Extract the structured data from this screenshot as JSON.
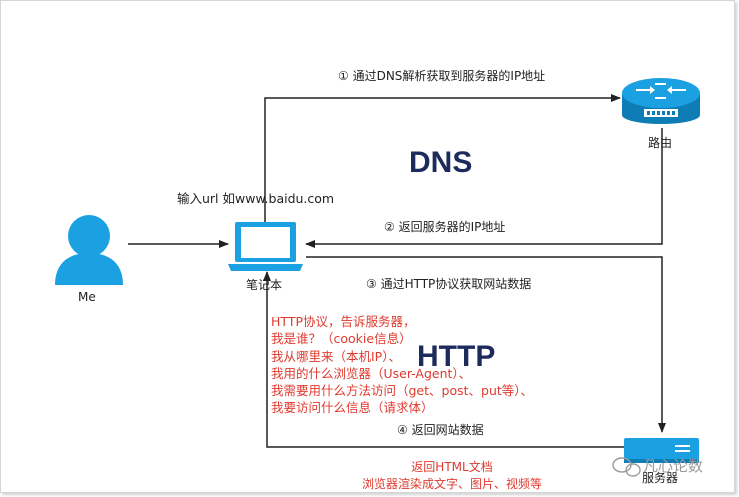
{
  "nodes": {
    "me": "Me",
    "laptop": "笔记本",
    "router": "路由",
    "server": "服务器"
  },
  "steps": {
    "s1": "① 通过DNS解析获取到服务器的IP地址",
    "s2": "② 返回服务器的IP地址",
    "s3": "③ 通过HTTP协议获取网站数据",
    "s4": "④ 返回网站数据"
  },
  "input_label": "输入url 如www.baidu.com",
  "sections": {
    "dns": "DNS",
    "http": "HTTP"
  },
  "http_request_lines": [
    "HTTP协议，告诉服务器，",
    "我是谁？（cookie信息）",
    "我从哪里来（本机IP）、",
    "我用的什么浏览器（User-Agent）、",
    "我需要用什么方法访问（get、post、put等）、",
    "我要访问什么信息（请求体）"
  ],
  "return_note": [
    "返回HTML文档",
    "浏览器渲染成文字、图片、视频等"
  ],
  "watermark": "凡心论数",
  "colors": {
    "accent_blue": "#1ba1e2",
    "dns_text": "#1c2a5c",
    "note_red": "#e03a2f",
    "line": "#222222"
  }
}
